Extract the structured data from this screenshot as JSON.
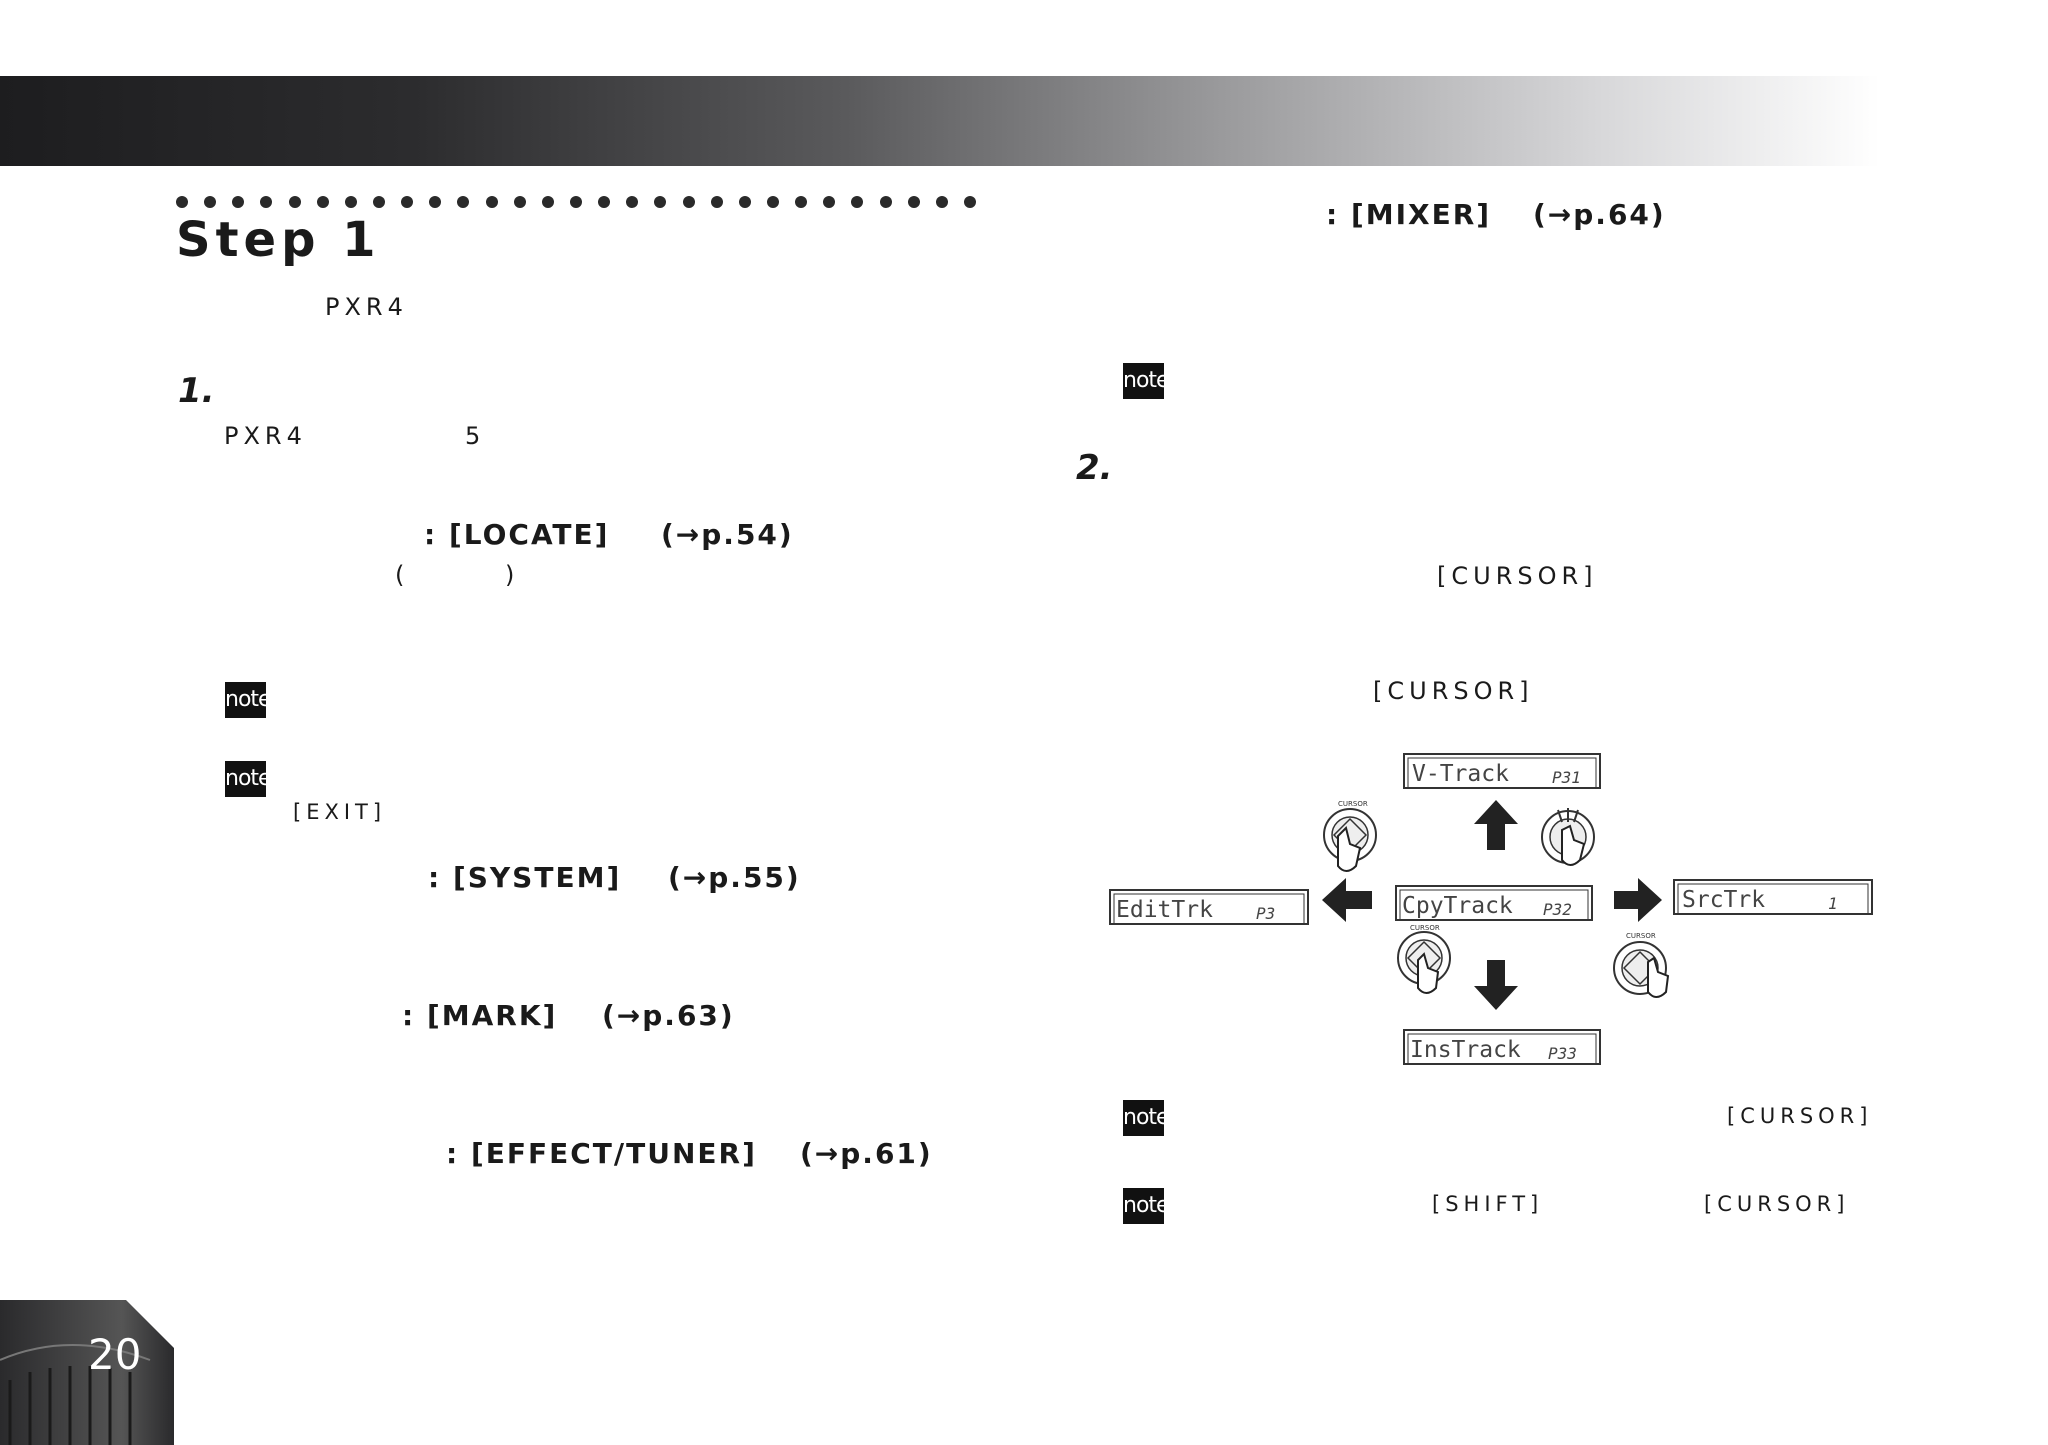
{
  "header": {
    "step_title": "Step 1"
  },
  "left": {
    "intro": "PXR4",
    "step1_num": "1.",
    "step1_line_a": "PXR4",
    "step1_line_b": "5",
    "locate_ref": ": [LOCATE]",
    "locate_page": "(→p.54)",
    "paren_open": "(",
    "paren_close": ")",
    "note1_label": "note",
    "note2_label": "note",
    "exit_label": "[EXIT]",
    "system_ref": ": [SYSTEM]",
    "system_page": "(→p.55)",
    "mark_ref": ": [MARK]",
    "mark_page": "(→p.63)",
    "effect_ref": ": [EFFECT/TUNER]",
    "effect_page": "(→p.61)"
  },
  "right": {
    "mixer_ref": ": [MIXER]",
    "mixer_page": "(→p.64)",
    "note1_label": "note",
    "step2_num": "2.",
    "cursor_1": "[CURSOR]",
    "cursor_2": "[CURSOR]",
    "note2_label": "note",
    "note2_cursor": "[CURSOR]",
    "note3_label": "note",
    "note3_shift": "[SHIFT]",
    "note3_cursor": "[CURSOR]"
  },
  "diagram": {
    "top": {
      "name": "V-Track",
      "page": "P31"
    },
    "left": {
      "name": "EditTrk",
      "page": "P3"
    },
    "center": {
      "name": "CpyTrack",
      "page": "P32"
    },
    "right": {
      "name": "SrcTrk",
      "page": "1"
    },
    "bottom": {
      "name": "InsTrack",
      "page": "P33"
    },
    "cursor_label": "CURSOR"
  },
  "footer": {
    "page_number": "20"
  }
}
